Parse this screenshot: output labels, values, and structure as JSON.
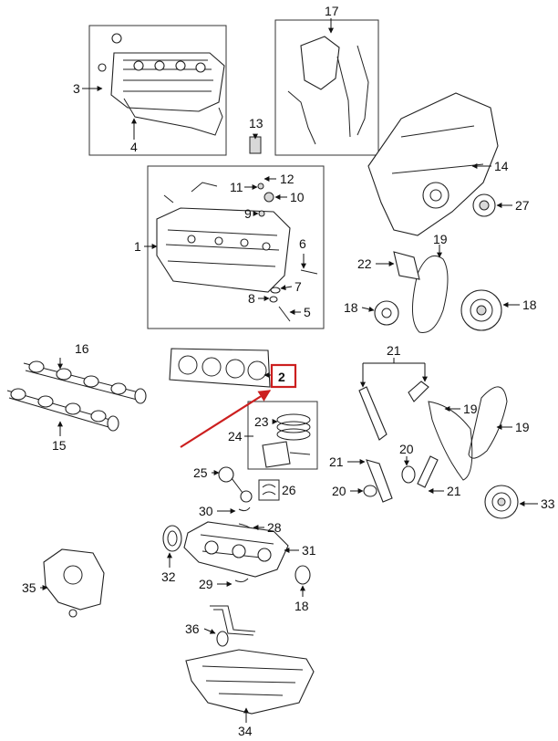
{
  "callouts": {
    "c1": "1",
    "c2": "2",
    "c3": "3",
    "c4": "4",
    "c5": "5",
    "c6": "6",
    "c7": "7",
    "c8": "8",
    "c9": "9",
    "c10": "10",
    "c11": "11",
    "c12": "12",
    "c13": "13",
    "c14": "14",
    "c15": "15",
    "c16": "16",
    "c17": "17",
    "c18": "18",
    "c19": "19",
    "c20": "20",
    "c21": "21",
    "c22": "22",
    "c23": "23",
    "c24": "24",
    "c25": "25",
    "c26": "26",
    "c27": "27",
    "c28": "28",
    "c29": "29",
    "c30": "30",
    "c31": "31",
    "c32": "32",
    "c33": "33",
    "c34": "34",
    "c35": "35",
    "c36": "36"
  },
  "highlight": {
    "label": "2",
    "color": "#cc1f1f"
  },
  "colors": {
    "line": "#222222",
    "highlight": "#cc1f1f"
  }
}
